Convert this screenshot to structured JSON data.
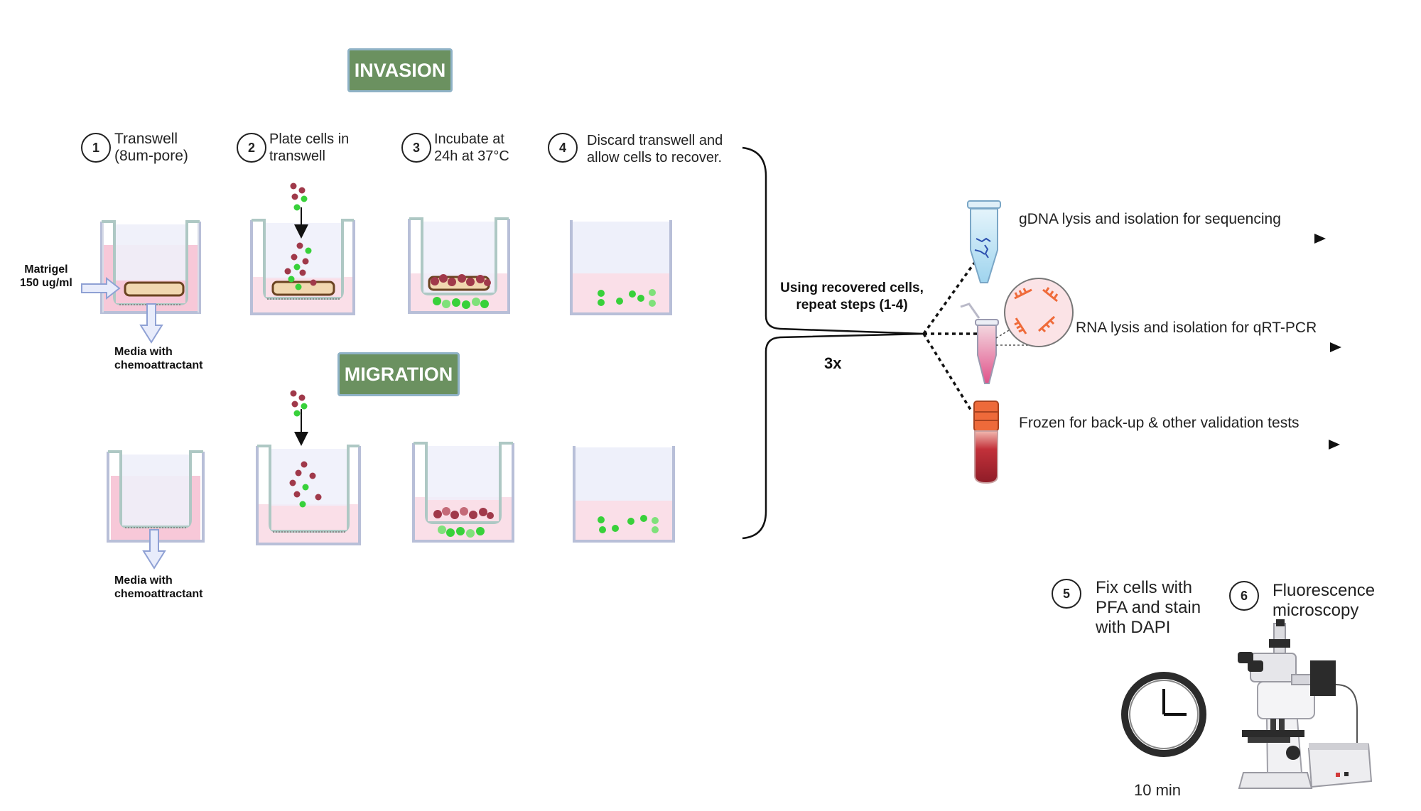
{
  "sections": {
    "invasion": "INVASION",
    "migration": "MIGRATION"
  },
  "steps": [
    {
      "num": "1",
      "text": "Transwell\n(8um-pore)"
    },
    {
      "num": "2",
      "text": "Plate cells in\ntranswell"
    },
    {
      "num": "3",
      "text": "Incubate at\n24h at 37°C"
    },
    {
      "num": "4",
      "text": "Discard transwell and\nallow cells to recover."
    },
    {
      "num": "5",
      "text": "Fix cells with\nPFA and stain\nwith DAPI"
    },
    {
      "num": "6",
      "text": "Fluorescence\nmicroscopy"
    }
  ],
  "labels": {
    "matrigel": "Matrigel\n150 ug/ml",
    "media_top": "Media with\nchemoattractant",
    "media_bottom": "Media with\nchemoattractant",
    "recovered": "Using recovered cells,\nrepeat steps (1-4)",
    "repeat_count": "3x",
    "timer": "10 min"
  },
  "outputs": [
    {
      "text": "gDNA lysis and isolation for sequencing"
    },
    {
      "text": "RNA lysis and isolation for qRT-PCR"
    },
    {
      "text": "Frozen for back-up & other validation tests"
    }
  ],
  "colors": {
    "banner_green": "#6b9160",
    "media_pink": "#f7c8d8",
    "cell_red": "#a0394a",
    "cell_green": "#38d13a",
    "well_outline": "#b8bfd8"
  }
}
